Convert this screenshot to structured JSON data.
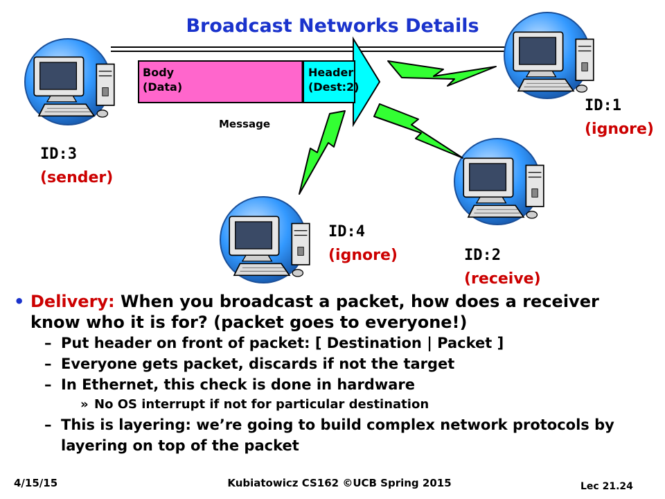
{
  "slide": {
    "title": "Broadcast Networks Details",
    "message_label": "Message",
    "packet": {
      "body_line1": "Body",
      "body_line2": "(Data)",
      "header_line1": "Header",
      "header_line2": "(Dest:2)"
    },
    "nodes": [
      {
        "id": "ID:3",
        "role": "(sender)"
      },
      {
        "id": "ID:1",
        "role": "(ignore)"
      },
      {
        "id": "ID:4",
        "role": "(ignore)"
      },
      {
        "id": "ID:2",
        "role": "(receive)"
      }
    ],
    "bullets": {
      "main_term": "Delivery:",
      "main_text": " When you broadcast a packet, how does a receiver know who it is for? (packet goes to everyone!)",
      "sub": [
        "Put header on front of packet: [ Destination | Packet ]",
        "Everyone gets packet, discards if not the target",
        "In Ethernet, this check is done in hardware"
      ],
      "subsub": "No OS interrupt if not for particular destination",
      "sub_last": "This is layering: we’re going to build complex network protocols by layering on top of the packet"
    }
  },
  "footer": {
    "date": "4/15/15",
    "course": "Kubiatowicz CS162 ©UCB Spring 2015",
    "lecture": "Lec 21.24"
  },
  "colors": {
    "title": "#1a33cc",
    "role_text": "#cc0000",
    "body_box": "#ff66cc",
    "header_box": "#00ffff",
    "lightning": "#33ff33",
    "globe": "#3399ff"
  }
}
